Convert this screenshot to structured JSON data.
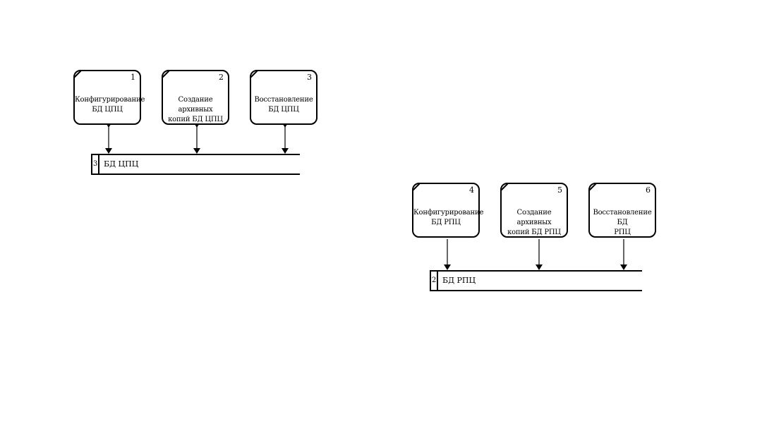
{
  "processes": [
    {
      "num": "1",
      "label": "Конфигурирование\nБД ЦПЦ"
    },
    {
      "num": "2",
      "label": "Создание архивных\nкопий БД ЦПЦ"
    },
    {
      "num": "3",
      "label": "Восстановление\nБД ЦПЦ"
    },
    {
      "num": "4",
      "label": "Конфигурирование\nБД РПЦ"
    },
    {
      "num": "5",
      "label": "Создание архивных\nкопий БД РПЦ"
    },
    {
      "num": "6",
      "label": "Восстановление БД\nРПЦ"
    }
  ],
  "stores": [
    {
      "id": "3",
      "name": "БД ЦПЦ"
    },
    {
      "id": "2",
      "name": "БД РПЦ"
    }
  ],
  "flows": [
    {
      "from": "process-1",
      "to": "store-bd-cpc",
      "direction": "both"
    },
    {
      "from": "process-2",
      "to": "store-bd-cpc",
      "direction": "both"
    },
    {
      "from": "process-3",
      "to": "store-bd-cpc",
      "direction": "both"
    },
    {
      "from": "process-4",
      "to": "store-bd-rpc",
      "direction": "to-store"
    },
    {
      "from": "process-5",
      "to": "store-bd-rpc",
      "direction": "to-store"
    },
    {
      "from": "process-6",
      "to": "store-bd-rpc",
      "direction": "to-store"
    }
  ]
}
